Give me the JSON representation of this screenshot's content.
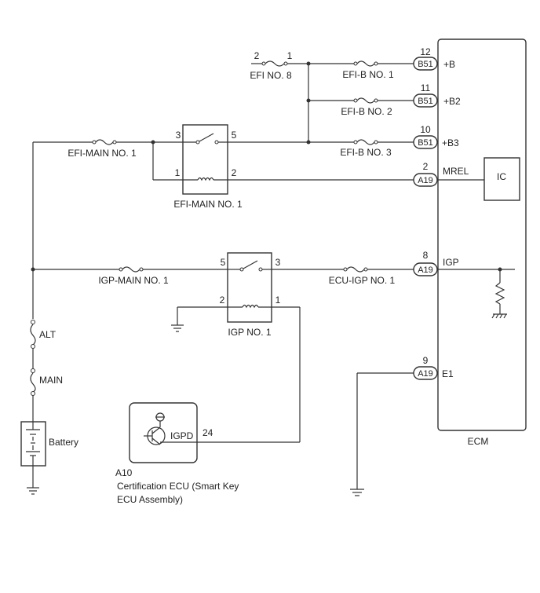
{
  "ecm": {
    "name": "ECM",
    "ic_label": "IC",
    "pins": [
      {
        "id": "b",
        "connector": "B51",
        "number": "12",
        "signal": "+B"
      },
      {
        "id": "b2",
        "connector": "B51",
        "number": "11",
        "signal": "+B2"
      },
      {
        "id": "b3",
        "connector": "B51",
        "number": "10",
        "signal": "+B3"
      },
      {
        "id": "mrel",
        "connector": "A19",
        "number": "2",
        "signal": "MREL"
      },
      {
        "id": "igp",
        "connector": "A19",
        "number": "8",
        "signal": "IGP"
      },
      {
        "id": "e1",
        "connector": "A19",
        "number": "9",
        "signal": "E1"
      }
    ]
  },
  "fuses": {
    "efi_no8": {
      "label": "EFI NO. 8",
      "pin_left": "2",
      "pin_right": "1"
    },
    "efib_no1": {
      "label": "EFI-B NO. 1"
    },
    "efib_no2": {
      "label": "EFI-B NO. 2"
    },
    "efib_no3": {
      "label": "EFI-B NO. 3"
    },
    "efi_main_no1": {
      "label": "EFI-MAIN NO. 1"
    },
    "igp_main_no1": {
      "label": "IGP-MAIN NO. 1"
    },
    "ecu_igp_no1": {
      "label": "ECU-IGP NO. 1"
    },
    "alt": {
      "label": "ALT"
    },
    "main": {
      "label": "MAIN"
    }
  },
  "relays": {
    "efi_main": {
      "label": "EFI-MAIN NO. 1",
      "pins": [
        "3",
        "5",
        "1",
        "2"
      ]
    },
    "igp": {
      "label": "IGP NO. 1",
      "pins": [
        "5",
        "3",
        "2",
        "1"
      ]
    }
  },
  "battery": {
    "label": "Battery"
  },
  "cert_ecu": {
    "code": "A10",
    "name_line1": "Certification ECU (Smart Key",
    "name_line2": "ECU Assembly)",
    "terminal": "IGPD",
    "pin": "24"
  }
}
